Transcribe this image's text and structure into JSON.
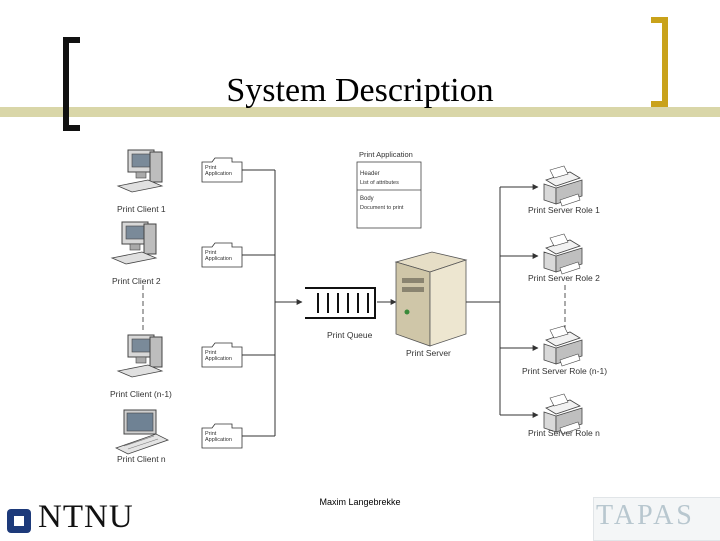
{
  "slide": {
    "title": "System Description",
    "author": "Maxim Langebrekke",
    "logo_text": "NTNU",
    "corner_logo_text": "TAPAS"
  },
  "colors": {
    "accent_bar": "#d9d6a8",
    "bracket": "#c9a21a",
    "line": "#333333",
    "wire": "#555555"
  },
  "diagram": {
    "clients": [
      {
        "label": "Print Client 1",
        "icon": "desktop-computer-icon"
      },
      {
        "label": "Print Client 2",
        "icon": "desktop-computer-icon"
      },
      {
        "label": "Print Client (n-1)",
        "icon": "desktop-computer-icon"
      },
      {
        "label": "Print Client n",
        "icon": "laptop-icon"
      }
    ],
    "folder_label": "Print Application",
    "application_doc": {
      "title": "Print Application",
      "header_label": "Header",
      "header_text": "List of attributes",
      "body_label": "Body",
      "body_text": "Document to print"
    },
    "queue_label": "Print Queue",
    "server_label": "Print Server",
    "printers": [
      {
        "label": "Print Server Role 1"
      },
      {
        "label": "Print Server Role 2"
      },
      {
        "label": "Print Server Role (n-1)"
      },
      {
        "label": "Print Server Role n"
      }
    ]
  }
}
